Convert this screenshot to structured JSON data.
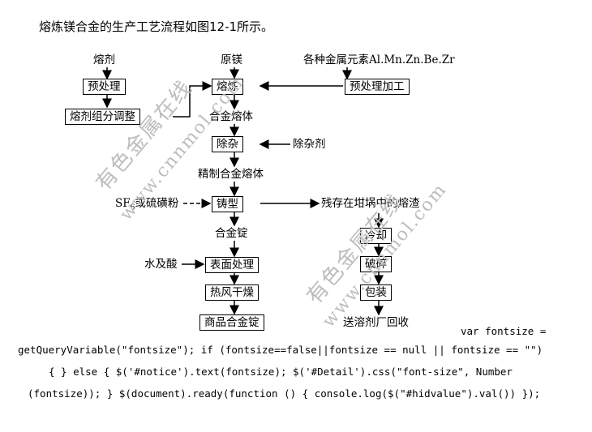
{
  "intro_text": "熔炼镁合金的生产工艺流程如图12-1所示。",
  "nodes": {
    "flux": "熔剂",
    "flux_pretreat": "预处理",
    "flux_adjust": "熔剂组分调整",
    "raw_mg": "原镁",
    "smelting": "熔炼",
    "alloy_melt": "合金熔体",
    "impurity_removal": "除杂",
    "impurity_agent": "除杂剂",
    "refined_melt": "精制合金熔体",
    "casting": "铸型",
    "sf6": "SF",
    "sf6_sub": "6",
    "sf6_rest": "或硫磺粉",
    "residue": "残存在坩埚中的熔渣",
    "ingot": "合金锭",
    "water_acid": "水及酸",
    "surface": "表面处理",
    "drying": "热风干燥",
    "product": "商品合金锭",
    "metals": "各种金属元素Al.Mn.Zn.Be.Zr",
    "metal_pretreat": "预处理加工",
    "cooling": "冷却",
    "crushing": "破碎",
    "packing": "包装",
    "recycle": "送溶剂厂回收"
  },
  "watermarks": [
    "有色金属在线",
    "www.cnnmol.com",
    "有色金属在线",
    "www.cnnmol.com"
  ],
  "code_lines": [
    "var fontsize =",
    "getQueryVariable(\"fontsize\"); if (fontsize==false||fontsize == null || fontsize == \"\")",
    "{ } else { $('#notice').text(fontsize); $('#Detail').css(\"font-size\", Number",
    "(fontsize)); } $(document).ready(function () { console.log($(\"#hidvalue\").val()) });"
  ]
}
